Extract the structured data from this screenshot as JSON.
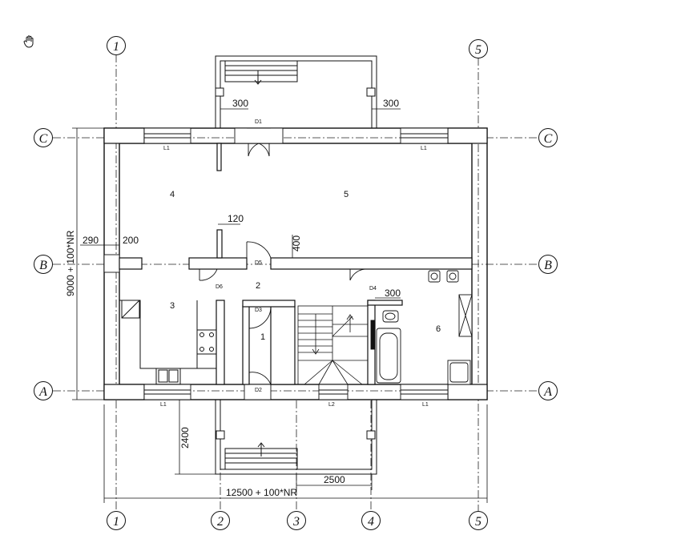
{
  "tool_icon": "hand-pan-icon",
  "grid_axes": {
    "vertical": [
      "1",
      "2",
      "3",
      "4",
      "5"
    ],
    "horizontal": [
      "C",
      "B",
      "A"
    ]
  },
  "rooms": [
    "4",
    "5",
    "3",
    "2",
    "1",
    "6"
  ],
  "doors": [
    "D1",
    "D5",
    "D6",
    "D3",
    "D4",
    "D2"
  ],
  "windows": [
    "L1",
    "L1",
    "L1",
    "L2",
    "L1"
  ],
  "dimensions": {
    "porch_left": "300",
    "porch_right": "300",
    "wall_120": "120",
    "wall_290": "290",
    "wall_200": "200",
    "wall_400": "400",
    "bath_300": "300",
    "porch_depth": "2400",
    "porch_width": "2500",
    "total_width": "12500 + 100*NR",
    "total_height": "9000 + 100*NR"
  }
}
